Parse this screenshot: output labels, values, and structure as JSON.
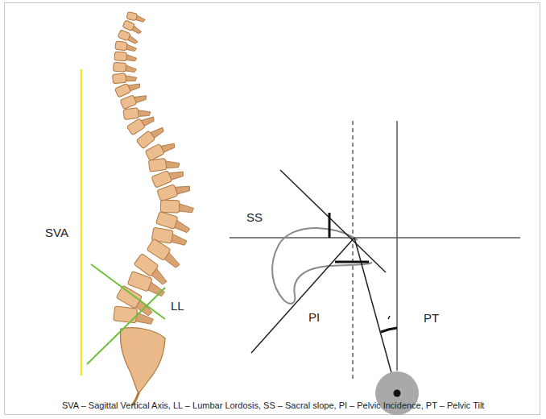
{
  "diagram": {
    "caption": "SVA – Sagittal Vertical Axis, LL – Lumbar Lordosis, SS – Sacral slope, PI – Pelvic Incidence, PT – Pelvic Tilt",
    "labels": [
      "SVA",
      "LL",
      "SS",
      "PI",
      "PT"
    ]
  }
}
